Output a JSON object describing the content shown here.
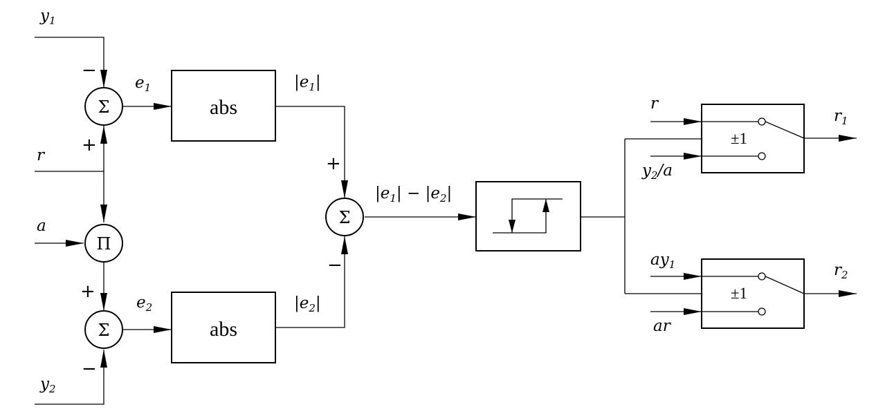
{
  "inputs": {
    "y1": {
      "base": "y",
      "sub": "1"
    },
    "r": "r",
    "a": "a",
    "y2": {
      "base": "y",
      "sub": "2"
    }
  },
  "signals": {
    "e1": {
      "base": "e",
      "sub": "1"
    },
    "e2": {
      "base": "e",
      "sub": "2"
    },
    "abs_e1": {
      "pre": "|e",
      "sub": "1",
      "post": "|"
    },
    "abs_e2": {
      "pre": "|e",
      "sub": "2",
      "post": "|"
    },
    "diff": {
      "a": "|e",
      "a_sub": "1",
      "mid": "| − |e",
      "b_sub": "2",
      "end": "|"
    }
  },
  "operators": {
    "sum": "Σ",
    "product": "Π"
  },
  "signs": {
    "plus": "+",
    "minus": "−"
  },
  "blocks": {
    "abs_label": "abs"
  },
  "switches": {
    "gain": "±1",
    "top_in1": "r",
    "top_in2": {
      "base": "y",
      "sub": "2",
      "post": "/a"
    },
    "top_out": {
      "base": "r",
      "sub": "1"
    },
    "bot_in1": {
      "base": "ay",
      "sub": "1"
    },
    "bot_in2": "ar",
    "bot_out": {
      "base": "r",
      "sub": "2"
    }
  }
}
